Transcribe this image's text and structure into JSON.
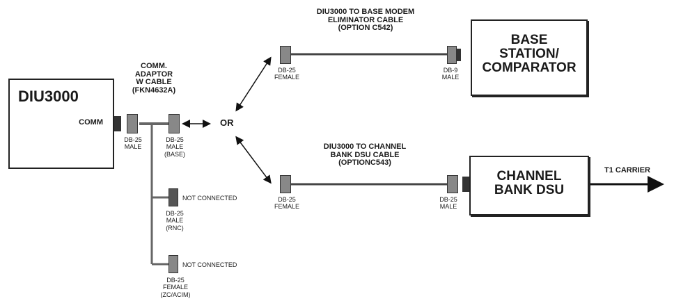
{
  "diu": {
    "title": "DIU3000",
    "port": "COMM"
  },
  "adaptor": {
    "lines": [
      "COMM.",
      "ADAPTOR",
      "W CABLE",
      "(FKN4632A)"
    ]
  },
  "connectors": {
    "diu_side": [
      "DB-25",
      "MALE"
    ],
    "base_side": [
      "DB-25",
      "MALE",
      "(BASE)"
    ],
    "rnc": [
      "DB-25",
      "MALE",
      "(RNC)"
    ],
    "zc": [
      "DB-25",
      "FEMALE",
      "(ZC/ACIM)"
    ],
    "modem_left": [
      "DB-25",
      "FEMALE"
    ],
    "modem_right": [
      "DB-9",
      "MALE"
    ],
    "dsu_left": [
      "DB-25",
      "FEMALE"
    ],
    "dsu_right": [
      "DB-25",
      "MALE"
    ]
  },
  "not_connected": "NOT CONNECTED",
  "or_label": "OR",
  "modem_cable": {
    "lines": [
      "DIU3000 TO BASE MODEM",
      "ELIMINATOR CABLE",
      "(OPTION C542)"
    ]
  },
  "dsu_cable": {
    "lines": [
      "DIU3000 TO CHANNEL",
      "BANK DSU CABLE",
      "(OPTIONC543)"
    ]
  },
  "base_station": {
    "lines": [
      "BASE",
      "STATION/",
      "COMPARATOR"
    ]
  },
  "channel_bank": {
    "lines": [
      "CHANNEL",
      "BANK DSU"
    ]
  },
  "t1_label": "T1 CARRIER"
}
